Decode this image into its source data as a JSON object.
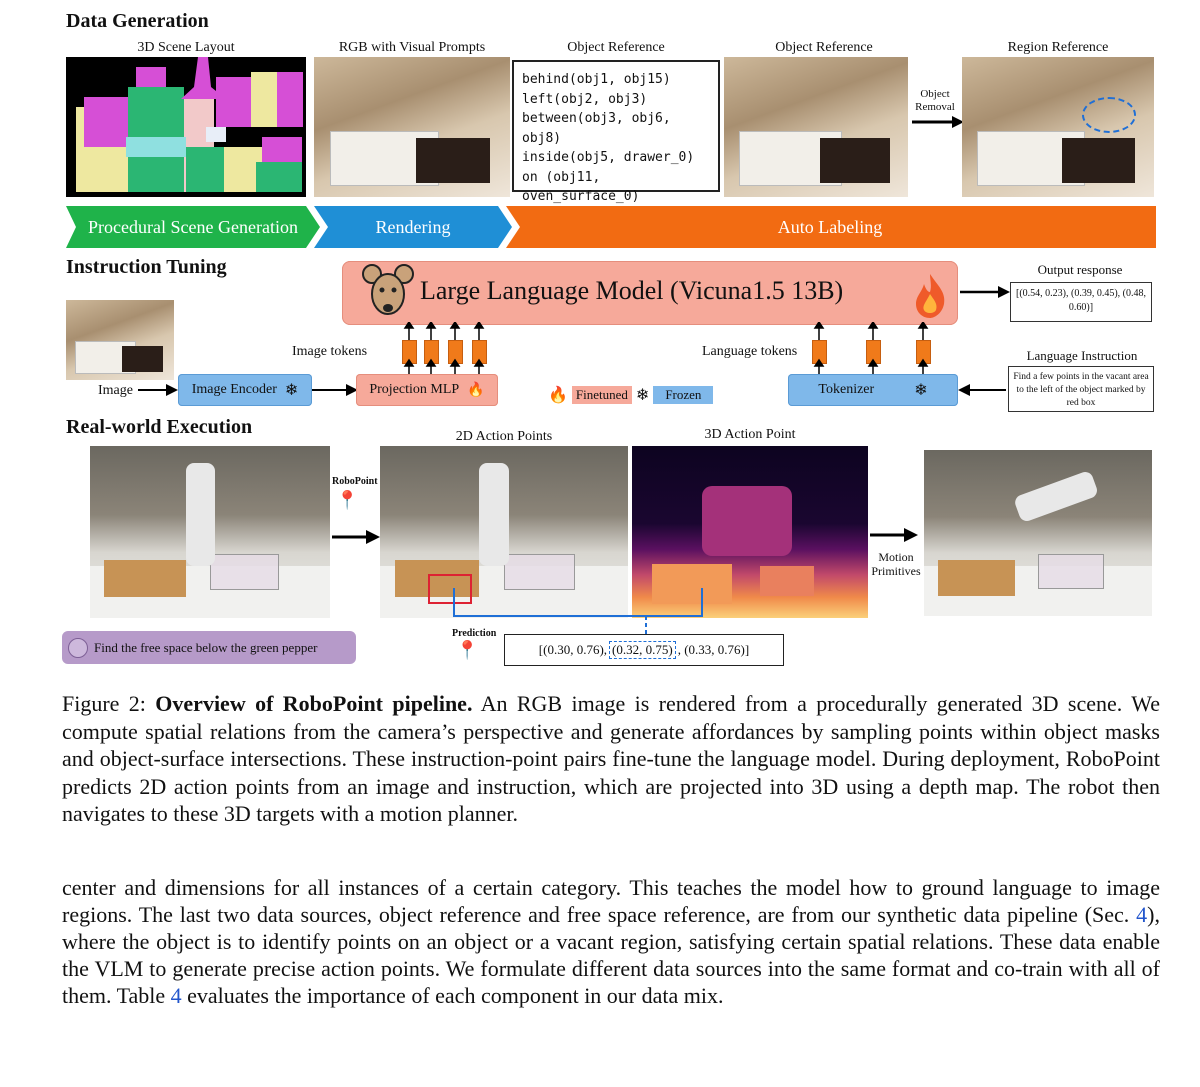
{
  "data_generation": {
    "title": "Data Generation",
    "captions": {
      "scene_layout": "3D Scene Layout",
      "rgb": "RGB with Visual Prompts",
      "object_reference_1": "Object Reference",
      "object_reference_2": "Object Reference",
      "region_reference": "Region Reference"
    },
    "code_lines": [
      "behind(obj1, obj15)",
      "left(obj2, obj3)",
      "between(obj3, obj6, obj8)",
      "inside(obj5, drawer_0)",
      "on (obj11, oven_surface_0)",
      "..."
    ],
    "object_removal": "Object Removal",
    "stages": [
      {
        "label": "Procedural Scene Generation",
        "color": "#1fb34a"
      },
      {
        "label": "Rendering",
        "color": "#1f8fd6"
      },
      {
        "label": "Auto Labeling",
        "color": "#f26b12"
      }
    ]
  },
  "instruction_tuning": {
    "title": "Instruction Tuning",
    "llm_label": "Large Language Model (Vicuna1.5 13B)",
    "output_response_title": "Output response",
    "output_response": "[(0.54, 0.23), (0.39, 0.45), (0.48, 0.60)]",
    "image_tokens": "Image tokens",
    "language_tokens": "Language tokens",
    "image_label": "Image",
    "image_encoder": "Image Encoder",
    "projection_mlp": "Projection MLP",
    "finetuned": "Finetuned",
    "frozen": "Frozen",
    "tokenizer": "Tokenizer",
    "language_instruction_title": "Language Instruction",
    "language_instruction": "Find a few points in the vacant area to the left of the object marked by red box",
    "icons": [
      "mouse-icon",
      "flame-icon",
      "snowflake-icon"
    ]
  },
  "real_world": {
    "title": "Real-world Execution",
    "action_points_2d": "2D Action Points",
    "action_point_3d": "3D Action Point",
    "robopoint": "RoboPoint",
    "motion_primitives": "Motion Primitives",
    "prompt": "Find the free space below the green pepper",
    "prediction": "Prediction",
    "prediction_values": [
      "[(0.30, 0.76),",
      "(0.32, 0.75)",
      ", (0.33, 0.76)]"
    ]
  },
  "figure_caption": {
    "label": "Figure 2:",
    "bold": "Overview of RoboPoint pipeline.",
    "text": "An RGB image is rendered from a procedurally generated 3D scene. We compute spatial relations from the camera’s perspective and generate affordances by sampling points within object masks and object-surface intersections. These instruction-point pairs fine-tune the language model. During deployment, RoboPoint predicts 2D action points from an image and instruction, which are projected into 3D using a depth map. The robot then navigates to these 3D targets with a motion planner."
  },
  "body": {
    "part1": "center and dimensions for all instances of a certain category. This teaches the model how to ground language to image regions. The last two data sources, object reference and free space reference, are from our synthetic data pipeline (Sec. ",
    "sec_ref": "4",
    "part2": "), where the object is to identify points on an object or a vacant region, satisfying certain spatial relations. These data enable the VLM to generate precise action points. We formulate different data sources into the same format and co-train with all of them. Table ",
    "table_ref": "4",
    "part3": " evaluates the importance of each component in our data mix."
  }
}
